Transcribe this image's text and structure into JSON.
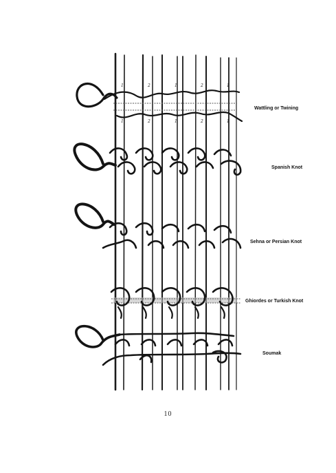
{
  "figure": {
    "labels": {
      "wattling": "Wattling or Twining",
      "spanish": "Spanish Knot",
      "sehna": "Sehna or Persian Knot",
      "ghiordes": "Ghiordes or Turkish Knot",
      "soumak": "Soumak"
    },
    "warp_numbers_top": [
      "1",
      "2",
      "1",
      "2",
      "1"
    ],
    "warp_numbers_bottom": [
      "1",
      "2",
      "1",
      "2",
      "1"
    ]
  },
  "page_number": "10",
  "colors": {
    "ink": "#141414",
    "paper": "#ffffff"
  }
}
